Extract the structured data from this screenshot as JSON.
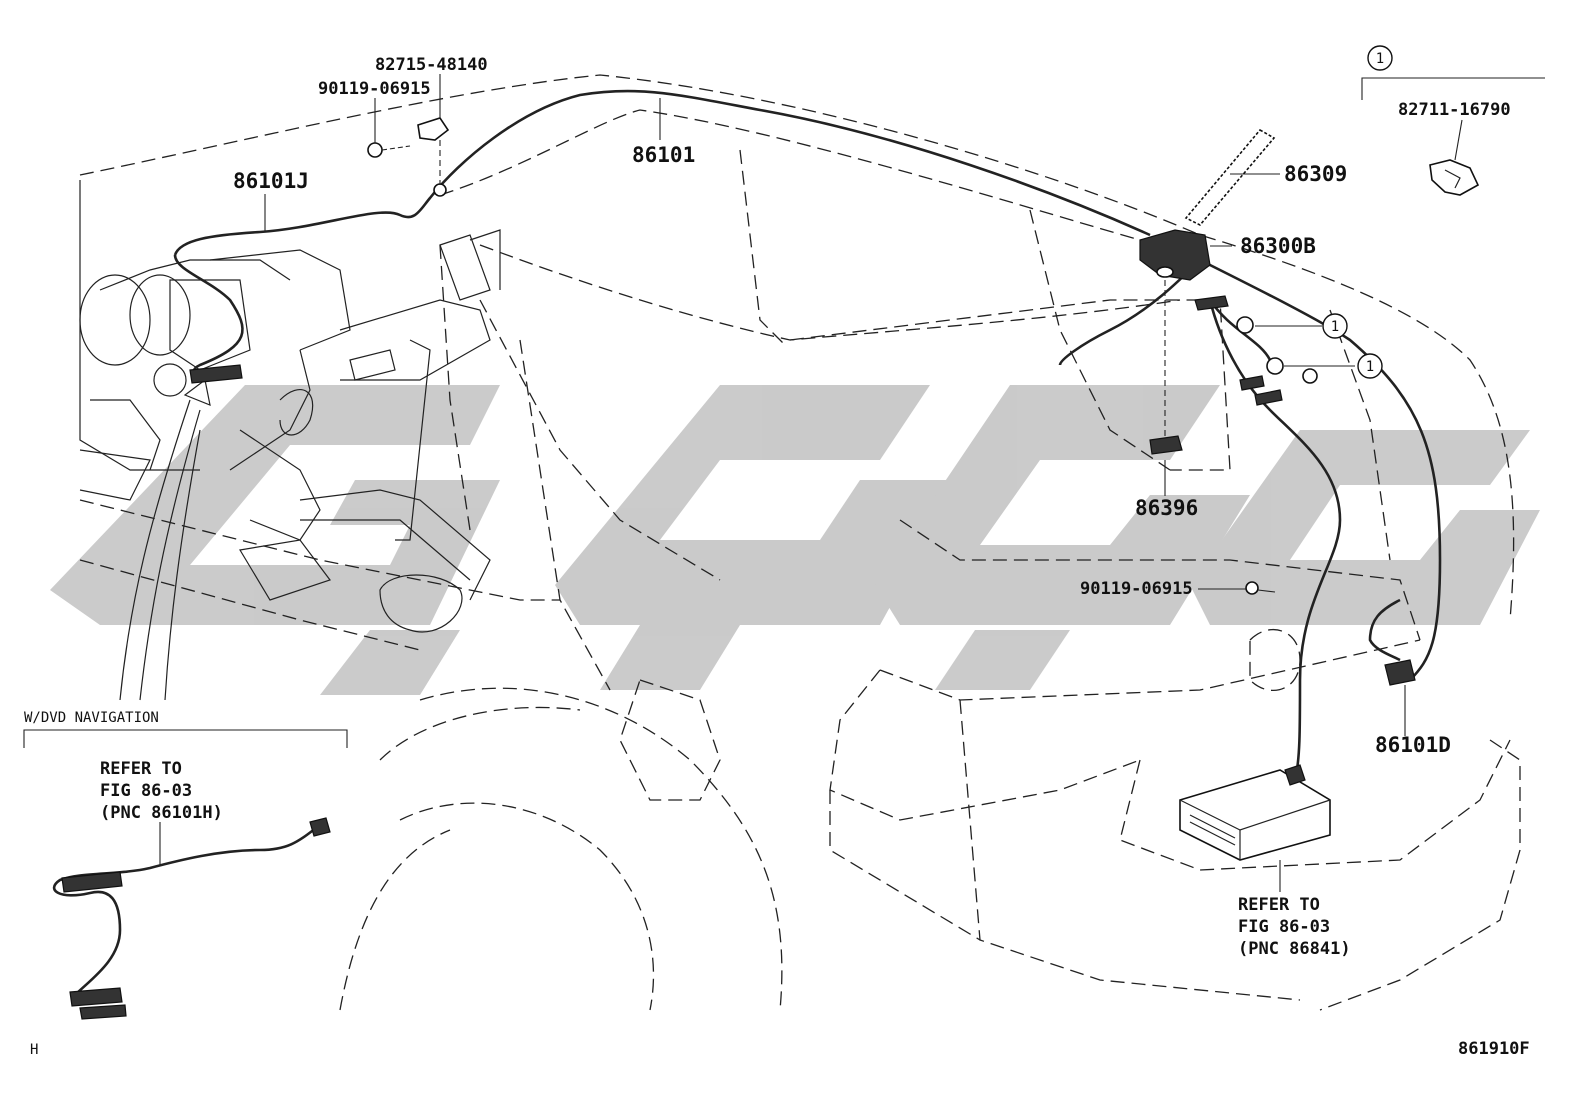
{
  "watermark": {
    "text": "GSG",
    "color": "#c8c8c8"
  },
  "callouts": {
    "p82715": "82715-48140",
    "p90119_top": "90119-06915",
    "p86101j": "86101J",
    "p86101": "86101",
    "p86309": "86309",
    "p86300b": "86300B",
    "p86396": "86396",
    "p90119_mid": "90119-06915",
    "p86101d": "86101D"
  },
  "inset_one": {
    "marker": "1",
    "part": "82711-16790"
  },
  "circle_markers": [
    "1",
    "1"
  ],
  "dvd_inset": {
    "title": "W/DVD NAVIGATION",
    "refer": [
      "REFER TO",
      "FIG 86-03",
      "(PNC 86101H)"
    ]
  },
  "refer_right": [
    "REFER TO",
    "FIG 86-03",
    "(PNC 86841)"
  ],
  "footer": {
    "left": "H",
    "right": "861910F"
  }
}
